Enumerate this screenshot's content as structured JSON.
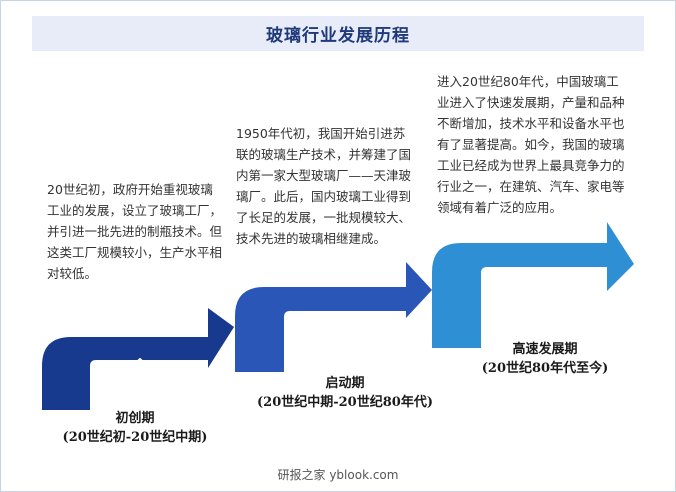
{
  "title": "玻璃行业发展历程",
  "stages": [
    {
      "name": "初创期",
      "period": "(20世纪初-20世纪中期)",
      "description": "20世纪初，政府开始重视玻璃工业的发展，设立了玻璃工厂，并引进一批先进的制瓶技术。但这类工厂规模较小，生产水平相对较低。",
      "icon": "pencil-icon",
      "color": "#173a8f"
    },
    {
      "name": "启动期",
      "period": "(20世纪中期-20世纪80年代)",
      "description": "1950年代初，我国开始引进苏联的玻璃生产技术，并筹建了国内第一家大型玻璃厂——天津玻璃厂。此后，国内玻璃工业得到了长足的发展，一批规模较大、技术先进的玻璃相继建成。",
      "icon": "paperclip-icon",
      "color": "#2a56b8"
    },
    {
      "name": "高速发展期",
      "period": "(20世纪80年代至今)",
      "description": "进入20世纪80年代，中国玻璃工业进入了快速发展期，产量和品种不断增加，技术水平和设备水平也有了显著提高。如今，我国的玻璃工业已经成为世界上最具竞争力的行业之一，在建筑、汽车、家电等领域有着广泛的应用。",
      "icon": "lightbulb-icon",
      "color": "#2e8fd4"
    }
  ],
  "footer": "研报之家 yblook.com"
}
